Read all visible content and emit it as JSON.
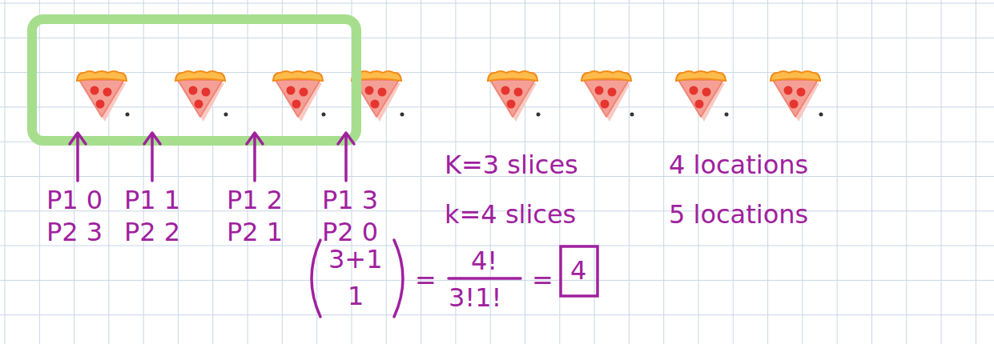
{
  "diagram": {
    "labels": [
      "P1 0",
      "P1 1",
      "P1 2",
      "P1 3",
      "P2 3",
      "P2 2",
      "P2 1",
      "P2 0",
      "K=3 slices",
      "4 locations",
      "k=4 slices",
      "5 locations",
      "3+1",
      "1",
      "=",
      "4!",
      "3!1!",
      "=",
      "4"
    ]
  }
}
